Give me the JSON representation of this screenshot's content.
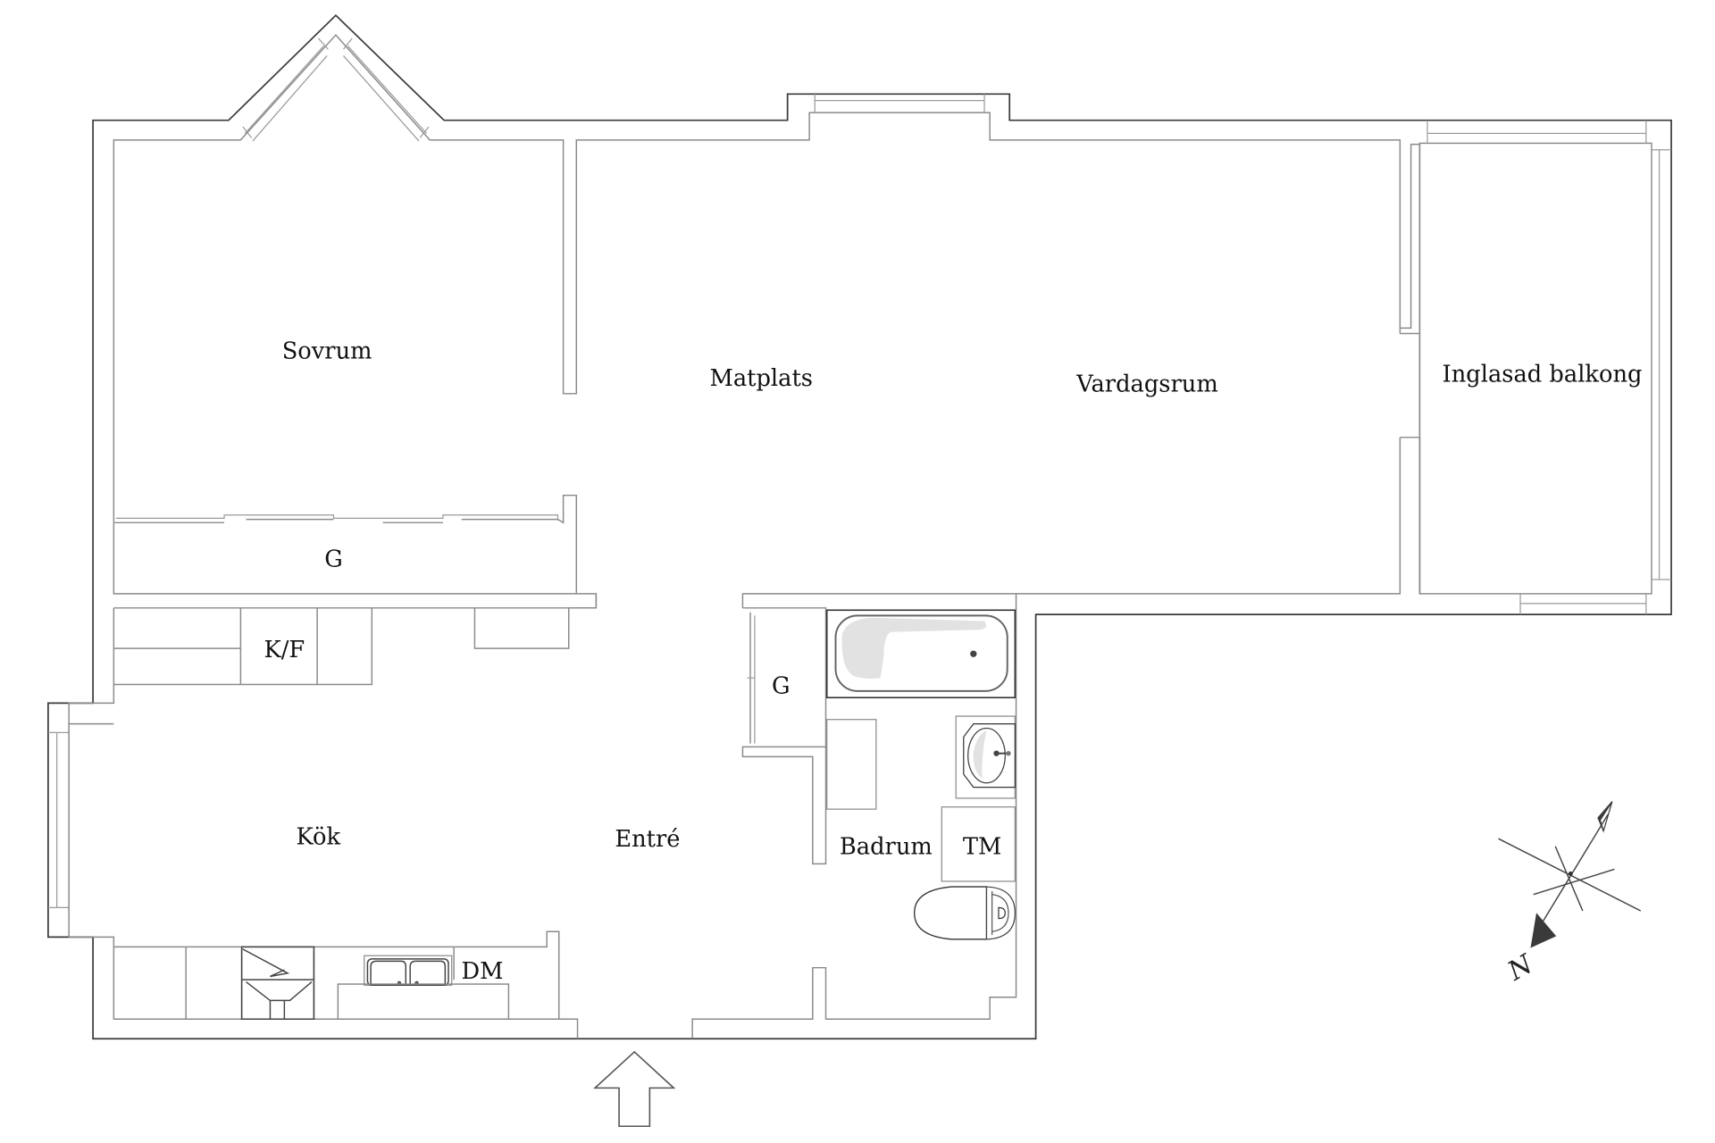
{
  "floorplan": {
    "rooms": [
      {
        "id": "sovrum",
        "label": "Sovrum"
      },
      {
        "id": "matplats",
        "label": "Matplats"
      },
      {
        "id": "vardagsrum",
        "label": "Vardagsrum"
      },
      {
        "id": "inglasad-balkong",
        "label": "Inglasad balkong"
      },
      {
        "id": "garderob-sovrum",
        "label": "G"
      },
      {
        "id": "kyl-frys",
        "label": "K/F"
      },
      {
        "id": "garderob-entre",
        "label": "G"
      },
      {
        "id": "kok",
        "label": "Kök"
      },
      {
        "id": "entre",
        "label": "Entré"
      },
      {
        "id": "badrum",
        "label": "Badrum"
      },
      {
        "id": "tvattmaskin",
        "label": "TM"
      },
      {
        "id": "diskmaskin",
        "label": "DM"
      }
    ],
    "compass": {
      "north_label": "N"
    },
    "entrance_arrow": "entrance-arrow",
    "colors": {
      "wall_outer": "#3a3a3a",
      "wall_inner": "#8a8a8a",
      "background": "#ffffff",
      "fixture_shade": "#e2e2e2"
    }
  }
}
